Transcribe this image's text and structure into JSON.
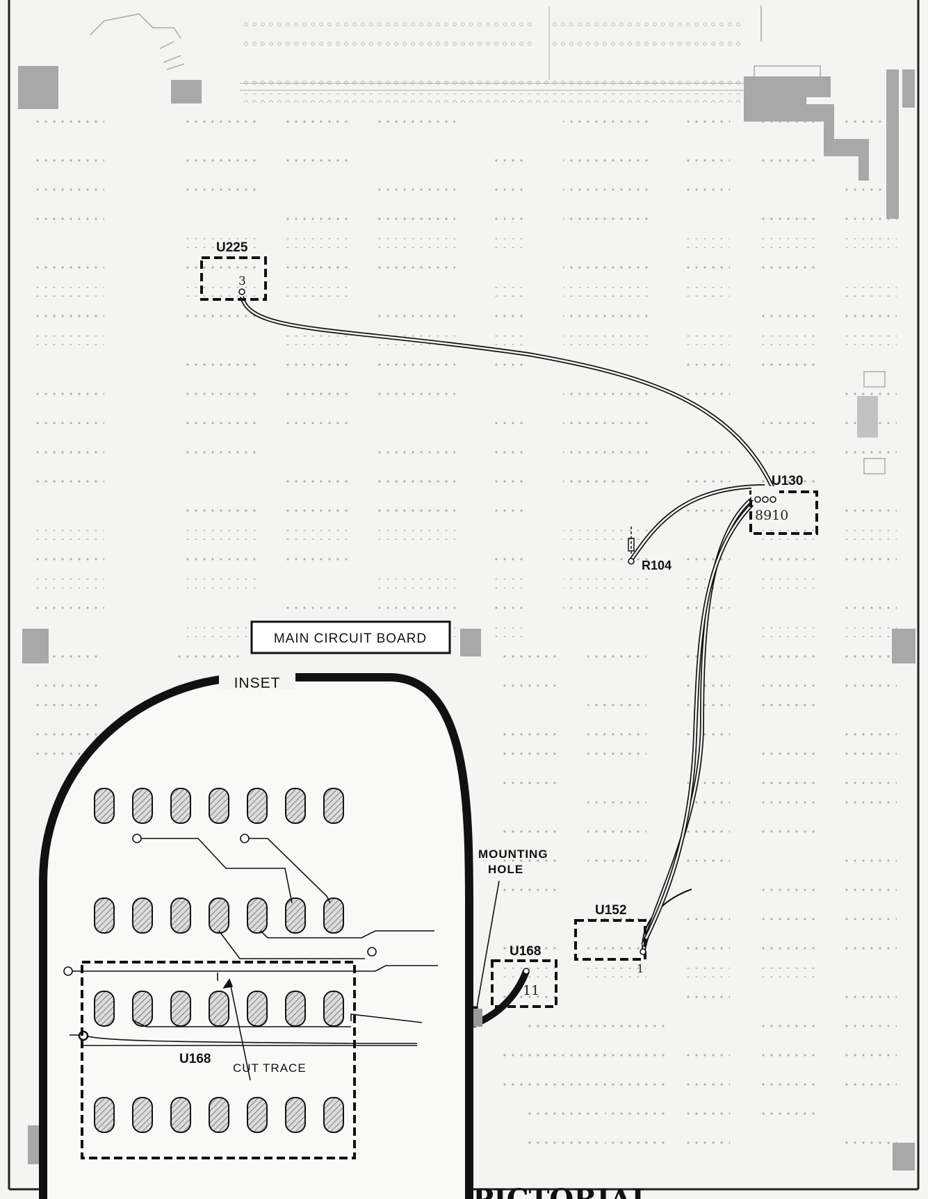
{
  "diagram": {
    "board_label": "MAIN CIRCUIT BOARD",
    "inset_label": "INSET",
    "mounting_hole_label_line1": "MOUNTING",
    "mounting_hole_label_line2": "HOLE",
    "cut_trace_label": "CUT TRACE",
    "footer_title": "PICTORIAL",
    "components": {
      "u225": {
        "name": "U225",
        "pin": "3"
      },
      "u130": {
        "name": "U130",
        "pins": "8910"
      },
      "r104": {
        "name": "R104"
      },
      "u152": {
        "name": "U152",
        "pin": "1"
      },
      "u168": {
        "name": "U168",
        "pin": "11"
      },
      "inset_u168": {
        "name": "U168"
      }
    },
    "colors": {
      "board": "#f4f4f2",
      "ink": "#111111",
      "pad_fill": "#c8c8c8",
      "grey_block": "#a8a8a8"
    }
  }
}
